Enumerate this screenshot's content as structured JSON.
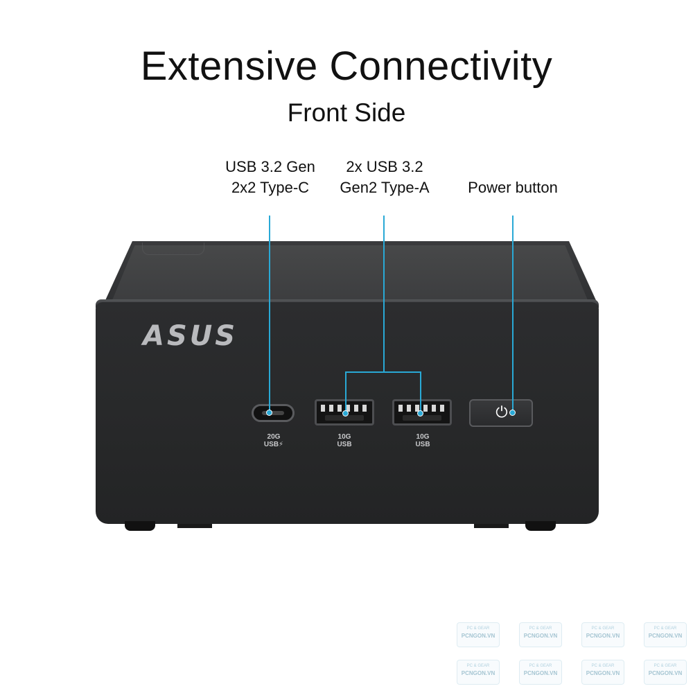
{
  "header": {
    "title": "Extensive Connectivity",
    "subtitle": "Front Side"
  },
  "callouts": {
    "usb_c": {
      "line1": "USB 3.2 Gen",
      "line2": "2x2 Type-C"
    },
    "usb_a": {
      "line1": "2x USB 3.2",
      "line2": "Gen2 Type-A"
    },
    "power": {
      "line1": "Power button"
    }
  },
  "device": {
    "brand": "ASUS",
    "ports": {
      "usb_c": {
        "speed": "20G",
        "label": "USB⚡"
      },
      "usb_a_1": {
        "speed": "10G",
        "label": "USB"
      },
      "usb_a_2": {
        "speed": "10G",
        "label": "USB"
      }
    },
    "power_icon": "power-icon"
  },
  "watermark": {
    "top": "PC & GEAR",
    "main": "PCNGON.VN"
  },
  "colors": {
    "accent_line": "#29a9d6",
    "device_body": "#2a2b2d"
  }
}
